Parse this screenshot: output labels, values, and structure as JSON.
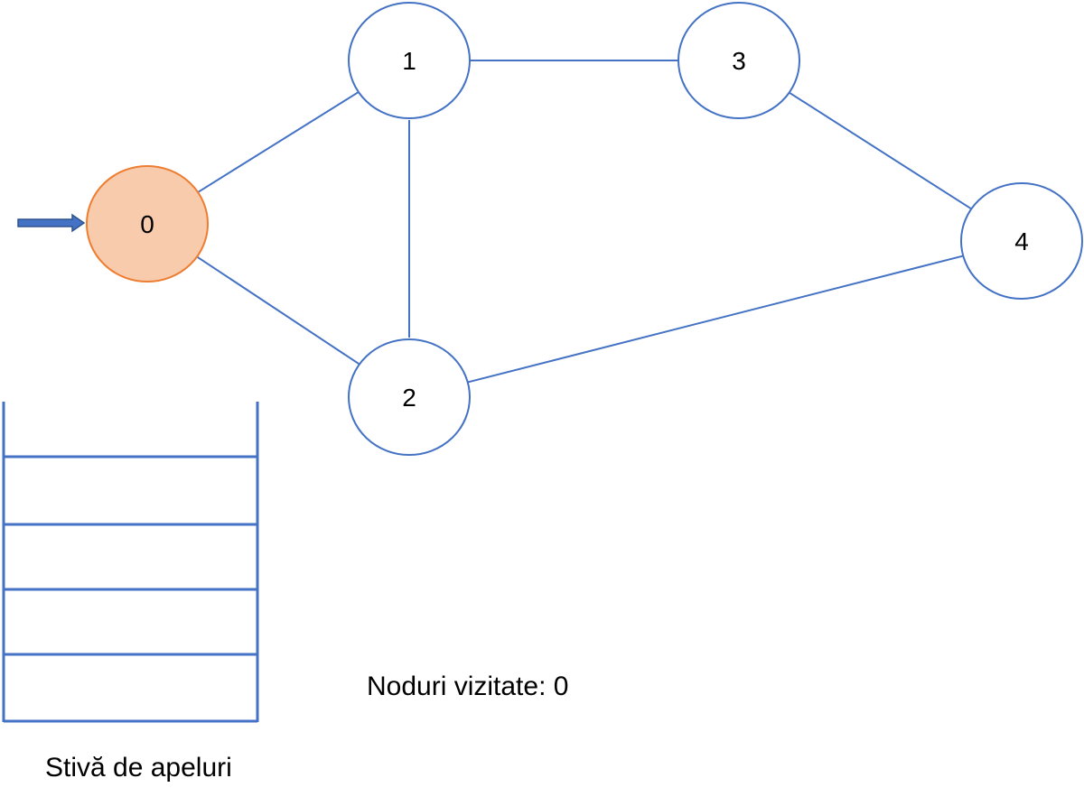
{
  "graph": {
    "nodes": [
      {
        "id": "0",
        "label": "0",
        "state": "current"
      },
      {
        "id": "1",
        "label": "1",
        "state": "unvisited"
      },
      {
        "id": "2",
        "label": "2",
        "state": "unvisited"
      },
      {
        "id": "3",
        "label": "3",
        "state": "unvisited"
      },
      {
        "id": "4",
        "label": "4",
        "state": "unvisited"
      }
    ],
    "edges": [
      [
        "0",
        "1"
      ],
      [
        "0",
        "2"
      ],
      [
        "1",
        "2"
      ],
      [
        "1",
        "3"
      ],
      [
        "3",
        "4"
      ],
      [
        "2",
        "4"
      ]
    ],
    "pointer_target": "0"
  },
  "call_stack": {
    "caption": "Stivă de apeluri",
    "slots": 5,
    "entries": []
  },
  "status": {
    "visited_text": "Noduri vizitate: 0"
  },
  "colors": {
    "edge": "#4472c4",
    "node_stroke": "#4472c4",
    "node_fill": "#ffffff",
    "current_fill": "#f8cbad",
    "current_stroke": "#ed7d31",
    "arrow": "#4472c4",
    "stack_lines": "#4472c4"
  }
}
